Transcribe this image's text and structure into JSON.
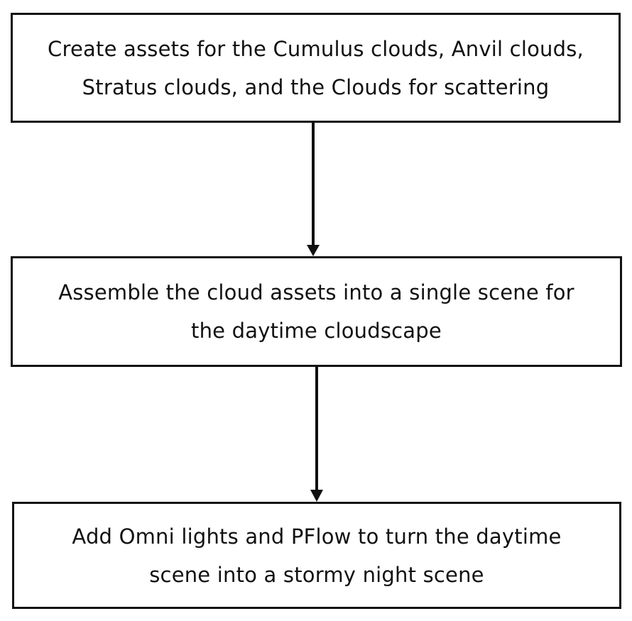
{
  "diagram": {
    "type": "flowchart",
    "direction": "top-to-bottom",
    "colors": {
      "stroke": "#111111",
      "fill": "#ffffff",
      "text": "#111111"
    },
    "steps": [
      {
        "line1": "Create assets for the Cumulus clouds, Anvil clouds,",
        "line2": "Stratus clouds, and the Clouds for scattering"
      },
      {
        "line1": "Assemble the cloud assets into a single scene for",
        "line2": "the daytime cloudscape"
      },
      {
        "line1": "Add Omni lights and PFlow to turn the daytime",
        "line2": "scene into a stormy night scene"
      }
    ],
    "edges": [
      {
        "from": 0,
        "to": 1
      },
      {
        "from": 1,
        "to": 2
      }
    ]
  }
}
